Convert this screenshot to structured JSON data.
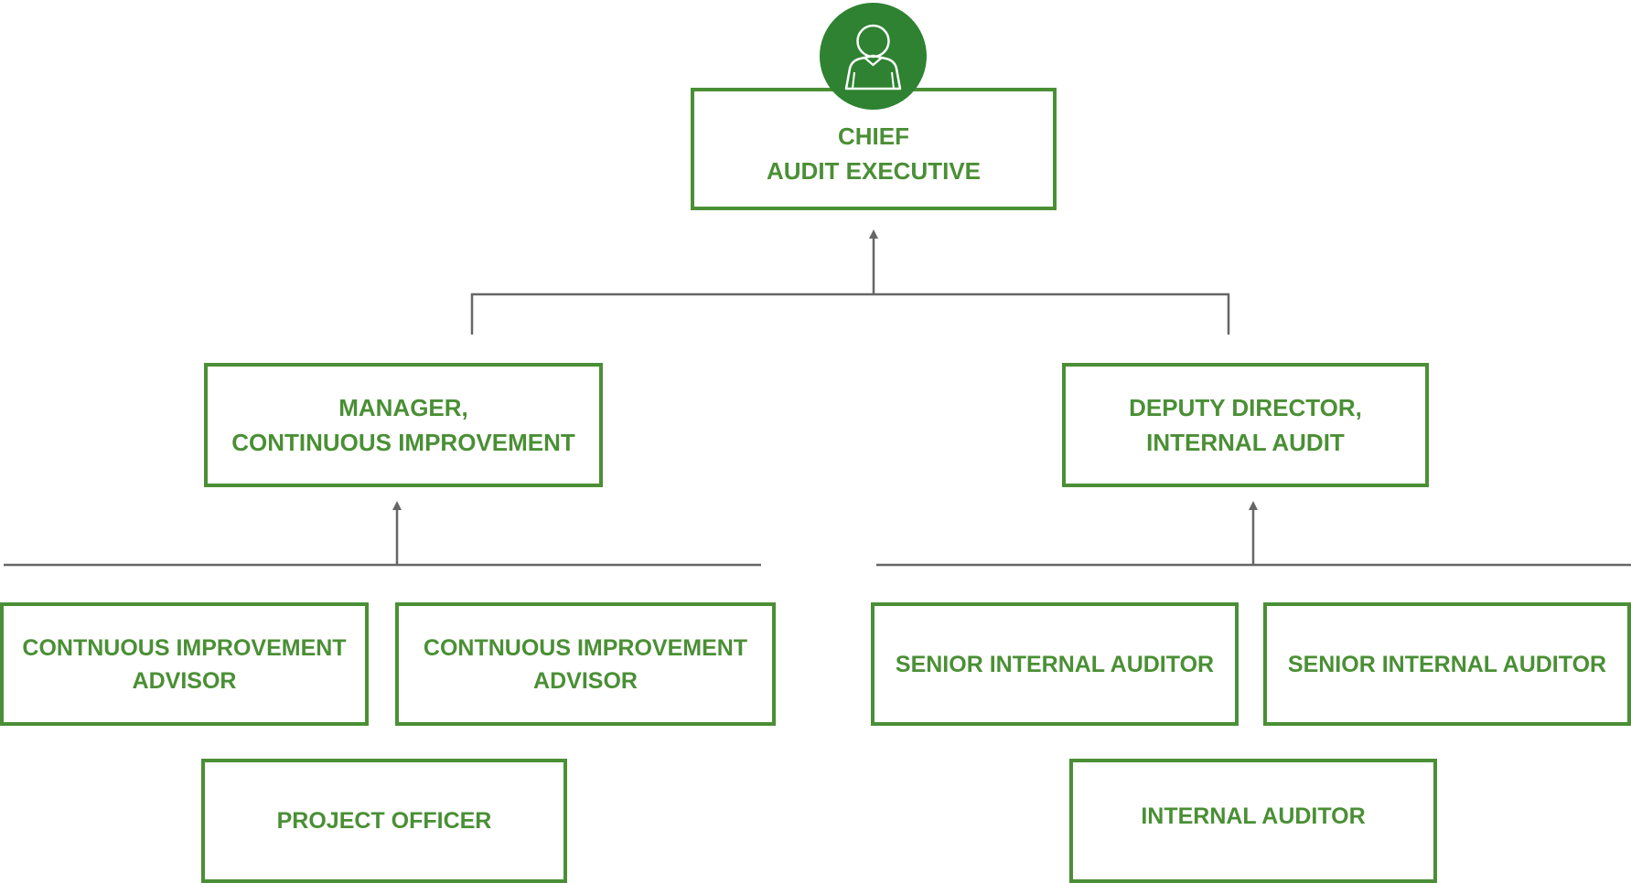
{
  "colors": {
    "box_border": "#4a8f35",
    "box_text": "#4a8f35",
    "connector": "#666666",
    "avatar_bg": "#2e8231"
  },
  "icons": {
    "chief": "person-icon"
  },
  "nodes": {
    "chief": "CHIEF\nAUDIT EXECUTIVE",
    "manager": "MANAGER,\nCONTINUOUS IMPROVEMENT",
    "deputy": "DEPUTY DIRECTOR,\nINTERNAL AUDIT",
    "ci_advisor_1": "CONTNUOUS IMPROVEMENT\nADVISOR",
    "ci_advisor_2": "CONTNUOUS IMPROVEMENT\nADVISOR",
    "project_officer": "PROJECT OFFICER",
    "senior_auditor_1": "SENIOR INTERNAL AUDITOR",
    "senior_auditor_2": "SENIOR INTERNAL AUDITOR",
    "internal_auditor": "INTERNAL AUDITOR"
  }
}
